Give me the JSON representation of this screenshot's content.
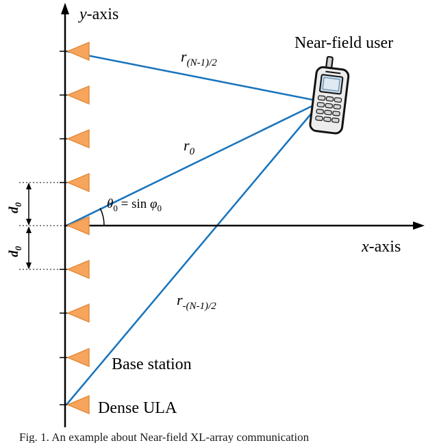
{
  "figure": {
    "colors": {
      "line_blue": "#1b75bc",
      "antenna_fill": "#f7a45c",
      "antenna_stroke": "#e38d3f",
      "axis_black": "#000000"
    },
    "axes": {
      "y_label_italic": "y",
      "y_label_rest": "-axis",
      "x_label_italic": "x",
      "x_label_rest": "-axis"
    },
    "labels": {
      "near_field_user": "Near-field user",
      "base_station": "Base station",
      "dense_ula": "Dense ULA",
      "r_top": {
        "base": "r",
        "sub": "(N-1)/2"
      },
      "r_mid": {
        "base": "r",
        "sub": "0"
      },
      "r_bottom": {
        "base": "r",
        "sub": "-(N-1)/2"
      },
      "angle": {
        "theta": "θ",
        "theta_sub": "0",
        "equals": " = sin ",
        "phi": "φ",
        "phi_sub": "0"
      },
      "d_top": {
        "base": "d",
        "sub": "0"
      },
      "d_bottom": {
        "base": "d",
        "sub": "0"
      }
    },
    "caption": "Fig. 1. An example about Near-field XL-array communication"
  }
}
